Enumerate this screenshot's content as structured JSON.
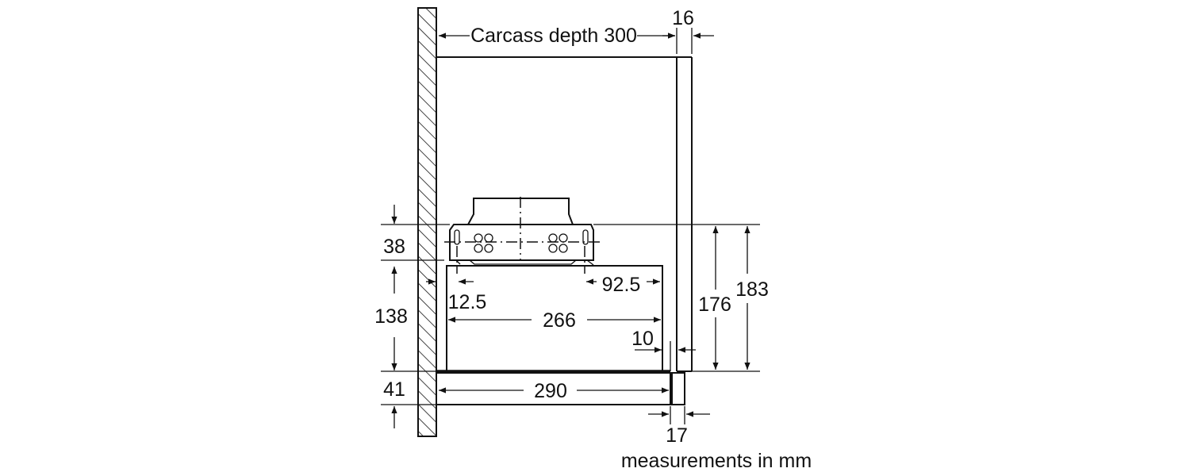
{
  "diagram": {
    "type": "installation dimension drawing (side view)",
    "labels": {
      "carcass_depth": "Carcass depth 300",
      "panel_thickness": "16",
      "top_module_height": "38",
      "body_height": "138",
      "front_height": "41",
      "wall_offset": "12.5",
      "bracket_offset": "92.5",
      "body_depth": "266",
      "front_gap": "10",
      "height_176": "176",
      "height_183": "183",
      "extension_depth": "290",
      "front_panel_depth": "17",
      "units_note": "measurements in mm"
    }
  }
}
